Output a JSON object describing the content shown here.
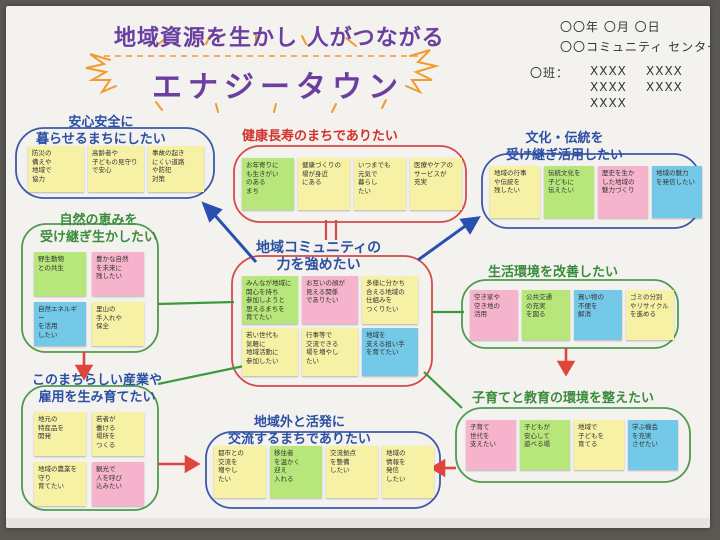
{
  "title": {
    "line1": "地域資源を生かし 人がつながる",
    "line2": "エナジータウン"
  },
  "info": {
    "date": "〇〇年 〇月 〇日",
    "org": "〇〇コミュニティ センター",
    "group_label": "〇班：",
    "members": [
      "XXXX",
      "XXXX",
      "XXXX",
      "XXXX",
      "XXXX"
    ]
  },
  "center": {
    "title_lines": [
      "地域コミュニティの",
      "力を強めたい"
    ],
    "notes": [
      {
        "color": "green",
        "text": "みんなが地域に関心を持ち\n参加しようと\n思えるまちを\n育てたい"
      },
      {
        "color": "pink",
        "text": "お互いの顔が\n見える関係\nでありたい"
      },
      {
        "color": "yellow",
        "text": "多様に分かち\n合える地域の\n仕組みを\nつくりたい"
      },
      {
        "color": "yellow",
        "text": "若い世代も\n気軽に\n地域活動に\n参加したい"
      },
      {
        "color": "yellow",
        "text": "行事等で\n交流できる\n場を増やし\nたい"
      },
      {
        "color": "blue",
        "text": "地域を\n支える担い手\nを育てたい"
      }
    ]
  },
  "groups": {
    "anzen": {
      "title_lines": [
        "安心安全に",
        "暮らせるまちにしたい"
      ],
      "notes": [
        {
          "color": "yellow",
          "text": "防災の\n備えや\n地域で\n協力"
        },
        {
          "color": "yellow",
          "text": "高齢者や\n子どもの見守り\nで安心"
        },
        {
          "color": "yellow",
          "text": "事故の起き\nにくい道路\nや防犯\n対策"
        }
      ]
    },
    "kenko": {
      "title_lines": [
        "健康長寿のまちでありたい"
      ],
      "notes": [
        {
          "color": "green",
          "text": "お年寄りに\nも生きがい\nのある\nまち"
        },
        {
          "color": "yellow",
          "text": "健康づくりの\n場が身近\nにある"
        },
        {
          "color": "yellow",
          "text": "いつまでも\n元気で\n暮らし\nたい"
        },
        {
          "color": "yellow",
          "text": "医療やケアの\nサービスが\n充実"
        }
      ]
    },
    "bunka": {
      "title_lines": [
        "文化・伝統を",
        "受け継ぎ活用したい"
      ],
      "notes": [
        {
          "color": "yellow",
          "text": "地域の行事\nや伝統を\n残したい"
        },
        {
          "color": "green",
          "text": "伝統文化を\n子どもに\n伝えたい"
        },
        {
          "color": "pink",
          "text": "歴史を生か\nした地域の\n魅力づくり"
        },
        {
          "color": "blue",
          "text": "地域の魅力\nを発信したい"
        }
      ]
    },
    "shizen": {
      "title_lines": [
        "自然の恵みを",
        "受け継ぎ生かしたい"
      ],
      "notes": [
        {
          "color": "green",
          "text": "野生動物\nとの共生"
        },
        {
          "color": "pink",
          "text": "豊かな自然\nを未来に\n残したい"
        },
        {
          "color": "blue",
          "text": "自然エネルギー\nを活用\nしたい"
        },
        {
          "color": "yellow",
          "text": "里山の\n手入れや\n保全"
        }
      ]
    },
    "seikatsu": {
      "title_lines": [
        "生活環境を改善したい"
      ],
      "notes": [
        {
          "color": "pink",
          "text": "空き家や\n空き地の\n活用"
        },
        {
          "color": "green",
          "text": "公共交通\nの充実\nを図る"
        },
        {
          "color": "blue",
          "text": "買い物の\n不便を\n解消"
        },
        {
          "color": "yellow",
          "text": "ゴミの分別\nやリサイクル\nを進める"
        }
      ]
    },
    "sangyo": {
      "title_lines": [
        "このまちらしい産業や",
        "雇用を生み育てたい"
      ],
      "notes": [
        {
          "color": "yellow",
          "text": "地元の\n特産品を\n開発"
        },
        {
          "color": "yellow",
          "text": "若者が\n働ける\n場所を\nつくる"
        },
        {
          "color": "yellow",
          "text": "地域の農業を\n守り\n育てたい"
        },
        {
          "color": "pink",
          "text": "観光で\n人を呼び\n込みたい"
        }
      ]
    },
    "koryu": {
      "title_lines": [
        "地域外と活発に",
        "交流するまちでありたい"
      ],
      "notes": [
        {
          "color": "yellow",
          "text": "都市との\n交流を\n増やし\nたい"
        },
        {
          "color": "green",
          "text": "移住者\nを温かく\n迎え\n入れる"
        },
        {
          "color": "yellow",
          "text": "交流拠点\nを整備\nしたい"
        },
        {
          "color": "yellow",
          "text": "地域の\n情報を\n発信\nしたい"
        }
      ]
    },
    "kosodate": {
      "title_lines": [
        "子育てと教育の環境を整えたい"
      ],
      "notes": [
        {
          "color": "pink",
          "text": "子育て\n世代を\n支えたい"
        },
        {
          "color": "green",
          "text": "子どもが\n安心して\n遊べる場"
        },
        {
          "color": "yellow",
          "text": "地域で\n子どもを\n育てる"
        },
        {
          "color": "blue",
          "text": "学ぶ機会\nを充実\nさせたい"
        }
      ]
    }
  },
  "colors": {
    "ink_purple": "#6a3fa0",
    "arrow_blue": "#2a4fb0",
    "arrow_red": "#e0443b",
    "line_green": "#3b9a3f",
    "outline_red": "#d44a4a",
    "outline_blue": "#3d58a8",
    "outline_green": "#4f9a4f",
    "burst_orange": "#f29a2e"
  }
}
